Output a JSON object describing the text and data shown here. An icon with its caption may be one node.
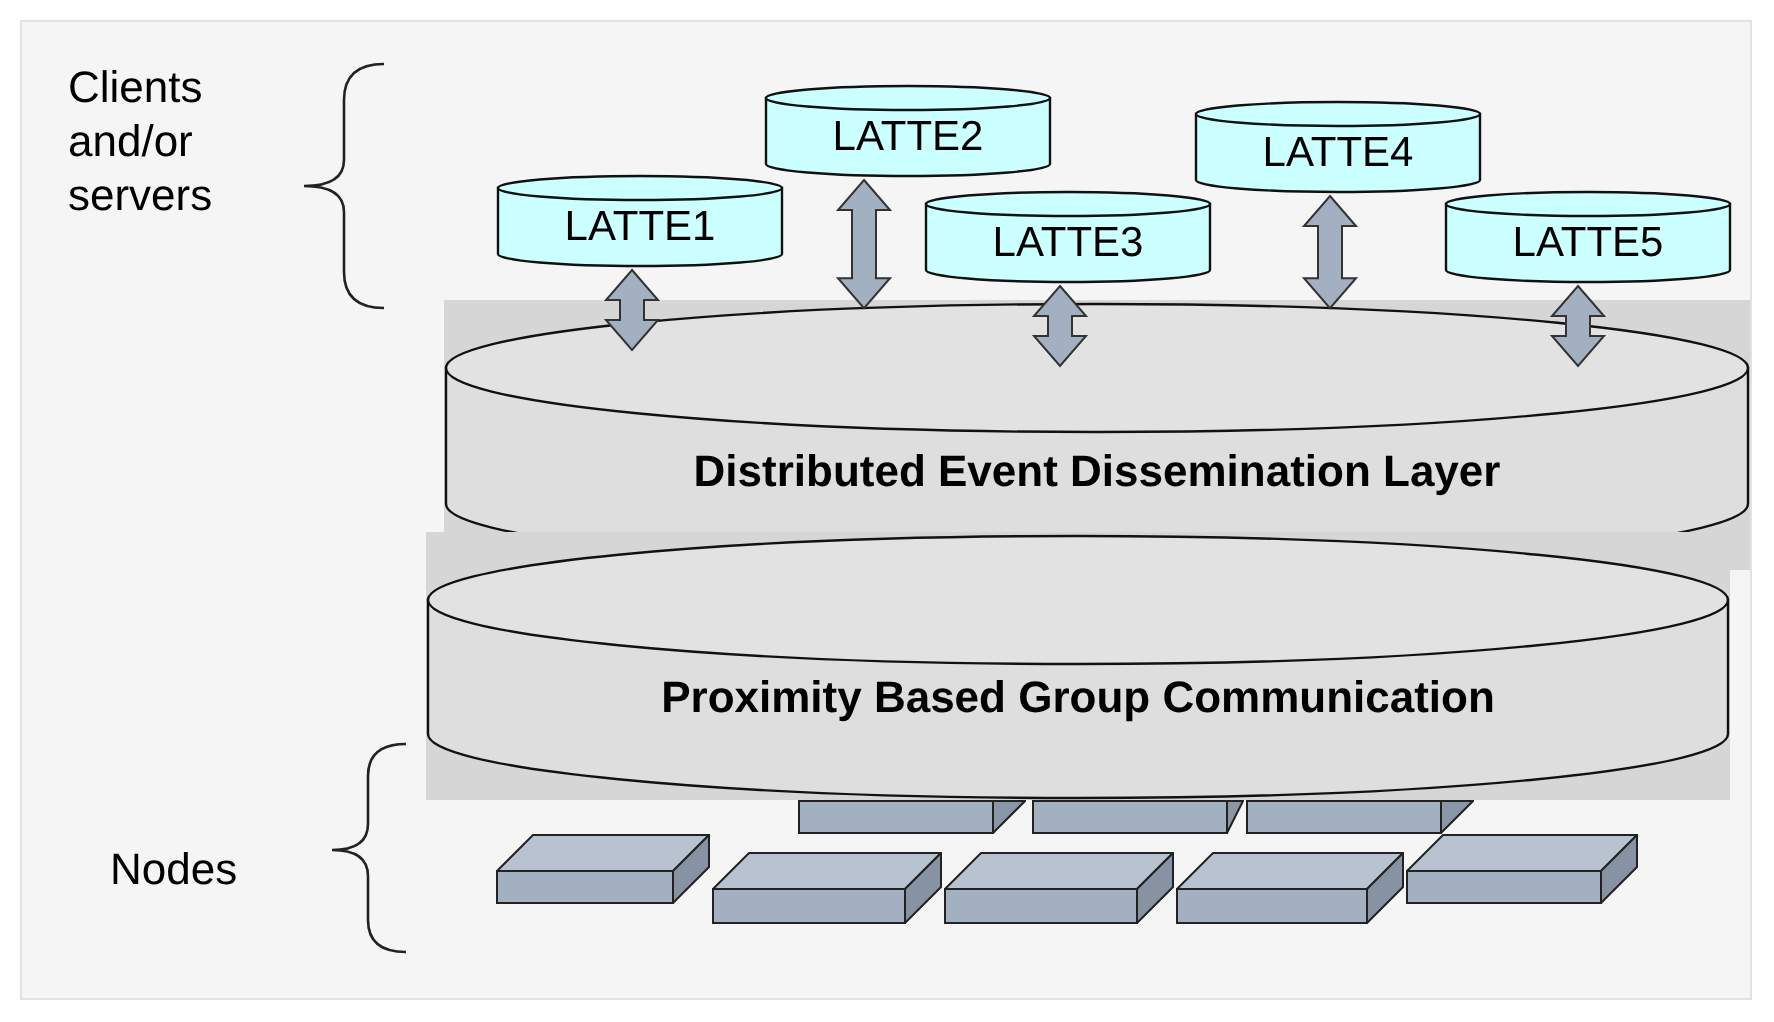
{
  "diagram": {
    "nodes": [
      {
        "text": [
          "LATTE1"
        ]
      },
      {
        "text": [
          "LATTE2"
        ]
      },
      {
        "text": [
          "LATTE3"
        ]
      },
      {
        "text": [
          "LATTE4"
        ]
      },
      {
        "text": [
          "LATTE5"
        ]
      },
      {
        "text": [
          "Distributed Event Dissemination Layer"
        ]
      },
      {
        "text": [
          "Proximity Based Group Communication"
        ]
      },
      {
        "text": [],
        "shape": "box"
      },
      {
        "text": [],
        "shape": "box"
      },
      {
        "text": [],
        "shape": "box"
      },
      {
        "text": [],
        "shape": "box"
      },
      {
        "text": [],
        "shape": "box"
      },
      {
        "text": [],
        "shape": "box"
      },
      {
        "text": [],
        "shape": "box"
      },
      {
        "text": [],
        "shape": "box"
      }
    ],
    "edges": [
      {
        "from": 0,
        "to": 5,
        "arrow": "both"
      },
      {
        "from": 1,
        "to": 5,
        "arrow": "both"
      },
      {
        "from": 2,
        "to": 5,
        "arrow": "both"
      },
      {
        "from": 3,
        "to": 5,
        "arrow": "both"
      },
      {
        "from": 4,
        "to": 5,
        "arrow": "both"
      }
    ],
    "labels": [
      "Clients and/or servers",
      "Nodes"
    ]
  }
}
